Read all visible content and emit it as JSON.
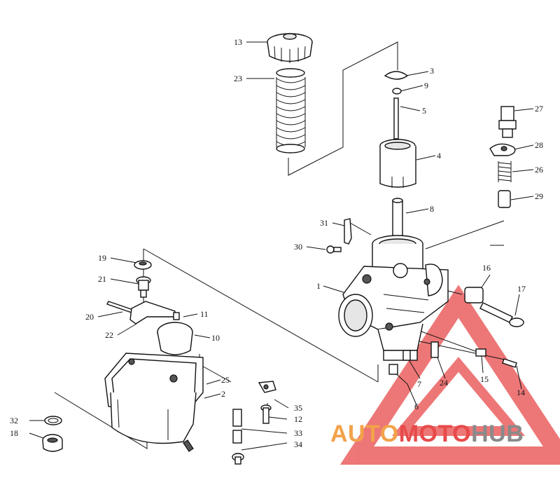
{
  "labels": [
    {
      "id": "1",
      "text": "1"
    },
    {
      "id": "2",
      "text": "2"
    },
    {
      "id": "3",
      "text": "3"
    },
    {
      "id": "4",
      "text": "4"
    },
    {
      "id": "5",
      "text": "5"
    },
    {
      "id": "6",
      "text": "6"
    },
    {
      "id": "7",
      "text": "7"
    },
    {
      "id": "8",
      "text": "8"
    },
    {
      "id": "9",
      "text": "9"
    },
    {
      "id": "10",
      "text": "10"
    },
    {
      "id": "11",
      "text": "11"
    },
    {
      "id": "12",
      "text": "12"
    },
    {
      "id": "13",
      "text": "13"
    },
    {
      "id": "14",
      "text": "14"
    },
    {
      "id": "15",
      "text": "15"
    },
    {
      "id": "16",
      "text": "16"
    },
    {
      "id": "17",
      "text": "17"
    },
    {
      "id": "18",
      "text": "18"
    },
    {
      "id": "19",
      "text": "19"
    },
    {
      "id": "20",
      "text": "20"
    },
    {
      "id": "21",
      "text": "21"
    },
    {
      "id": "22",
      "text": "22"
    },
    {
      "id": "23",
      "text": "23"
    },
    {
      "id": "24",
      "text": "24"
    },
    {
      "id": "25",
      "text": "25"
    },
    {
      "id": "26",
      "text": "26"
    },
    {
      "id": "27",
      "text": "27"
    },
    {
      "id": "28",
      "text": "28"
    },
    {
      "id": "29",
      "text": "29"
    },
    {
      "id": "30",
      "text": "30"
    },
    {
      "id": "31",
      "text": "31"
    },
    {
      "id": "32",
      "text": "32"
    },
    {
      "id": "33",
      "text": "33"
    },
    {
      "id": "34",
      "text": "34"
    },
    {
      "id": "35",
      "text": "35"
    }
  ],
  "watermark": {
    "part1": "AUTO",
    "part2": "MOTO",
    "part3": "HUB",
    "color_orange": "#f2a24a",
    "color_red": "#e84a4a",
    "color_gray": "#8a8a8a"
  }
}
